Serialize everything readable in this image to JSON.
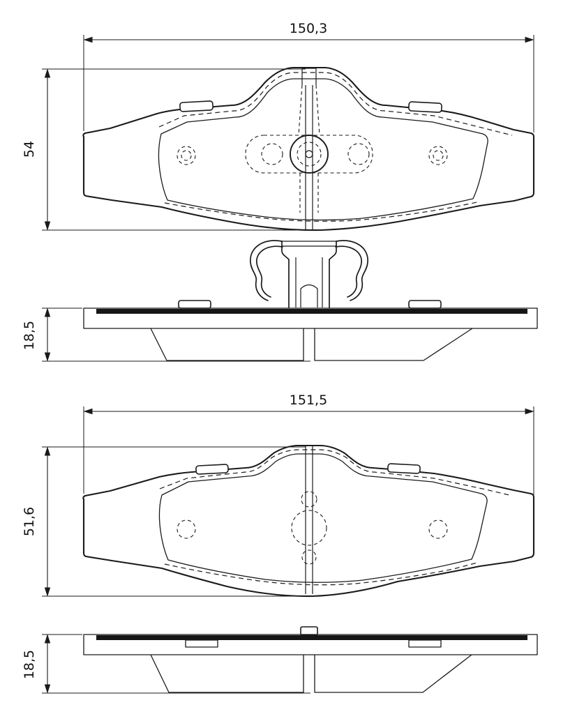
{
  "page": {
    "background": "#ffffff",
    "line_color": "#1a1a1a"
  },
  "drawing": {
    "type": "technical-drawing",
    "subject": "brake pad set with retaining spring, dimensioned front and side views",
    "views": [
      {
        "id": "pad-upper-front",
        "width_mm": "150,3",
        "height_mm": "54"
      },
      {
        "id": "pad-upper-side",
        "thickness_mm": "18,5"
      },
      {
        "id": "pad-lower-front",
        "width_mm": "151,5",
        "height_mm": "51,6"
      },
      {
        "id": "pad-lower-side",
        "thickness_mm": "18,5"
      }
    ]
  },
  "labels": {
    "pad1_width": "150,3",
    "pad1_height": "54",
    "profile1_thickness": "18,5",
    "pad2_width": "151,5",
    "pad2_height": "51,6",
    "profile2_thickness": "18,5"
  }
}
